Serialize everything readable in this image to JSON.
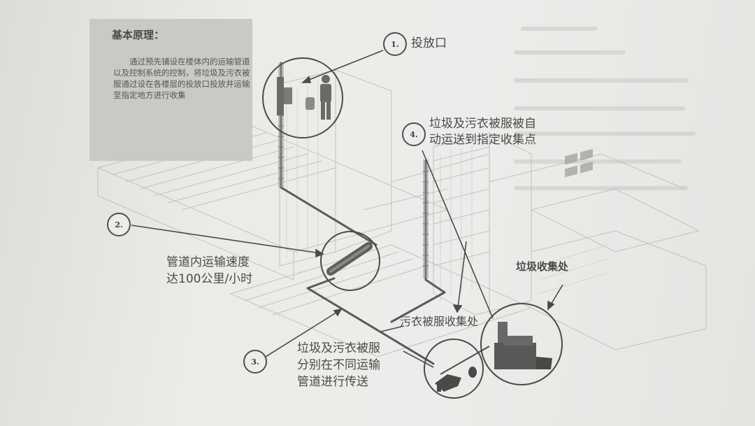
{
  "diagram": {
    "principle": {
      "title": "基本原理：",
      "body": "通过预先铺设在楼体内的运输管道以及控制系统的控制，将垃圾及污衣被服通过设在各楼层的投放口投放并运输至指定地方进行收集"
    },
    "steps": [
      {
        "number": "1.",
        "label": "投放口"
      },
      {
        "number": "2.",
        "label_lines": [
          "管道内运输速度",
          "达100公里/小时"
        ]
      },
      {
        "number": "3.",
        "label_lines": [
          "垃圾及污衣被服",
          "分别在不同运输",
          "管道进行传送"
        ]
      },
      {
        "number": "4.",
        "label_lines": [
          "垃圾及污衣被服被自",
          "动运送到指定收集点"
        ]
      }
    ],
    "collection_points": {
      "linen": "污衣被服收集处",
      "garbage": "垃圾收集处"
    },
    "icons": [
      "drop-inlet-icon",
      "person-with-bag-icon",
      "pipe-segment-icon",
      "linen-collector-icon",
      "garbage-compactor-icon"
    ],
    "colors": {
      "paper": "#ebebe8",
      "principle_box": "#c9c9c6",
      "ink": "#4a4a48",
      "line": "#505050",
      "equipment": "#5a5856"
    }
  }
}
